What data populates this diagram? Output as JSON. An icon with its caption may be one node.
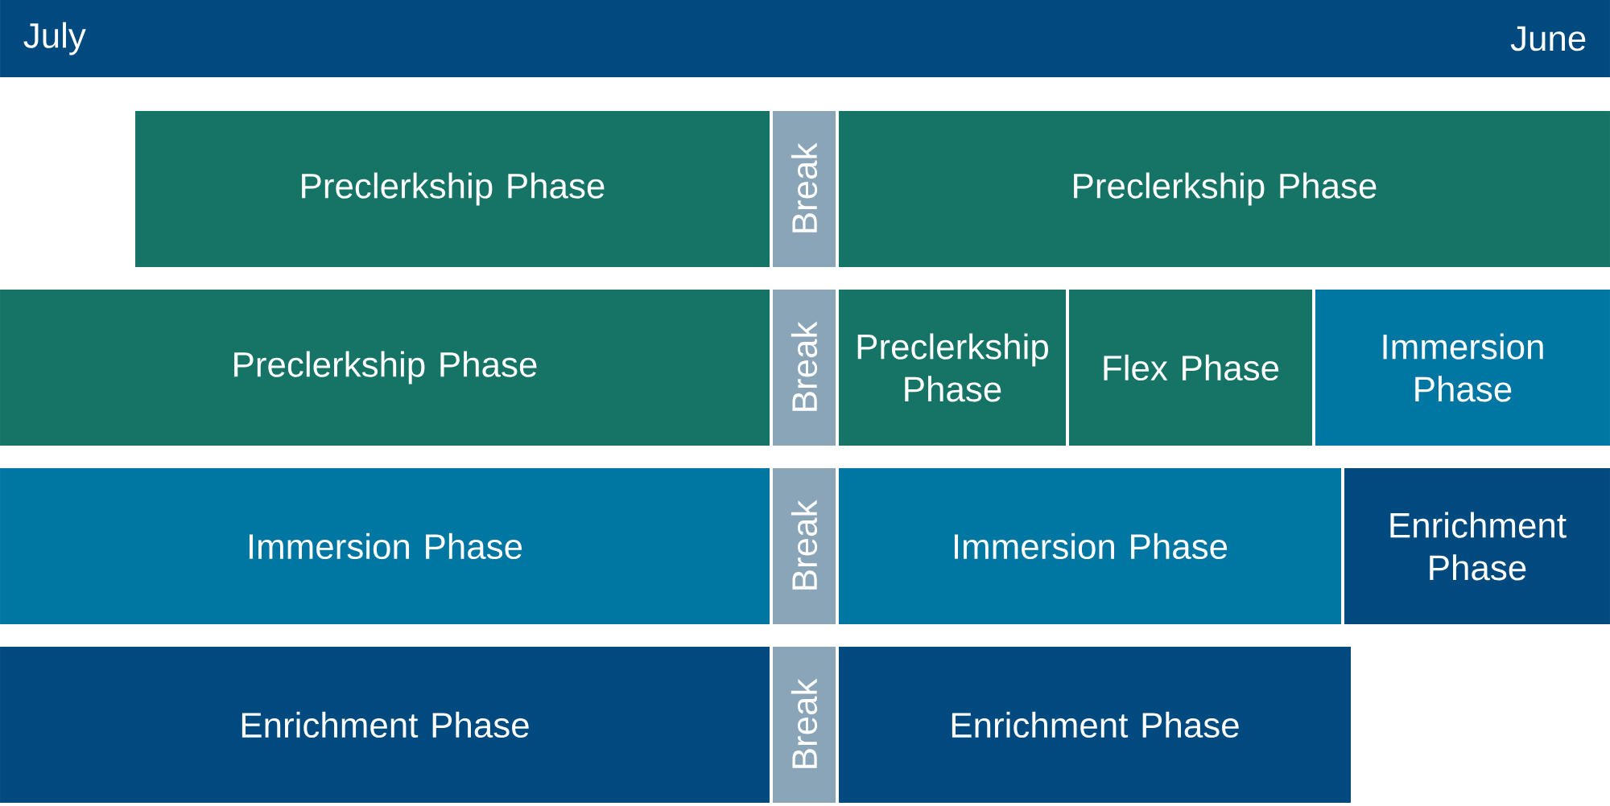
{
  "diagram": {
    "nodes": [
      {
        "text": [
          "July",
          "June"
        ]
      },
      {
        "text": [
          "Preclerkship Phase"
        ]
      },
      {
        "text": [
          "Break"
        ]
      },
      {
        "text": [
          "Preclerkship Phase"
        ]
      },
      {
        "text": [
          "Preclerkship Phase"
        ]
      },
      {
        "text": [
          "Break"
        ]
      },
      {
        "text": [
          "Preclerkship Phase"
        ]
      },
      {
        "text": [
          "Flex Phase"
        ]
      },
      {
        "text": [
          "Immersion Phase"
        ]
      },
      {
        "text": [
          "Immersion Phase"
        ]
      },
      {
        "text": [
          "Break"
        ]
      },
      {
        "text": [
          "Immersion Phase"
        ]
      },
      {
        "text": [
          "Enrichment Phase"
        ]
      },
      {
        "text": [
          "Enrichment Phase"
        ]
      },
      {
        "text": [
          "Break"
        ]
      },
      {
        "text": [
          "Enrichment Phase"
        ]
      }
    ]
  }
}
